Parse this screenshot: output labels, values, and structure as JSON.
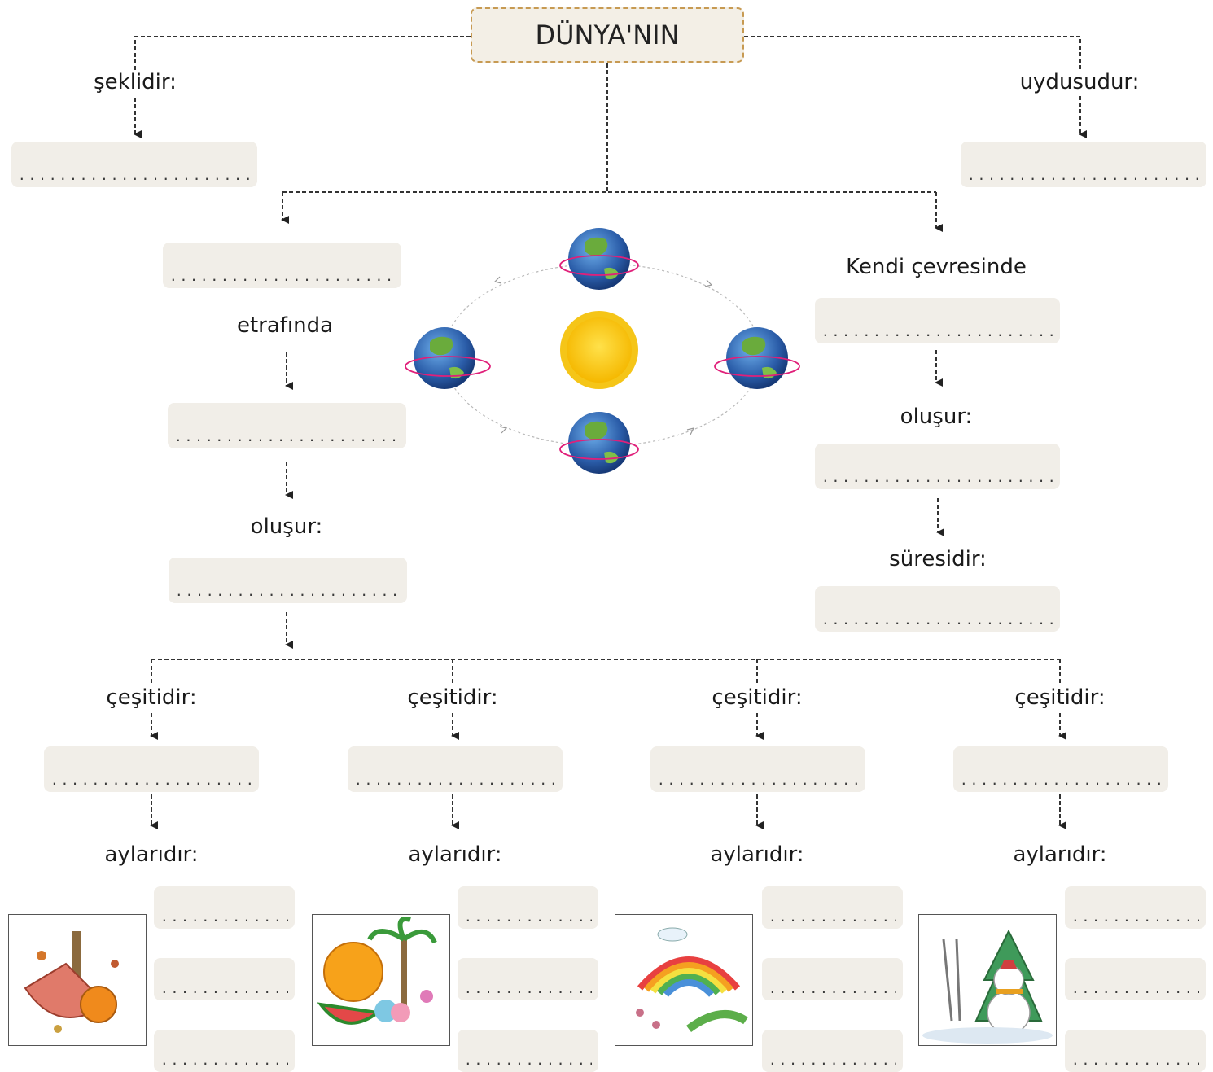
{
  "title": "DÜNYA'NIN",
  "labels": {
    "shape": "şeklidir:",
    "satellite": "uydusudur:",
    "around": "etrafında",
    "forms_left": "oluşur:",
    "self_axis": "Kendi çevresinde",
    "forms_right": "oluşur:",
    "duration": "süresidir:"
  },
  "answer_dots": "........................",
  "month_dots": "..............",
  "seasons": [
    {
      "type_label": "çeşitidir:",
      "months_label": "aylarıdır:",
      "picture_icon": "autumn-icon"
    },
    {
      "type_label": "çeşitidir:",
      "months_label": "aylarıdır:",
      "picture_icon": "summer-icon"
    },
    {
      "type_label": "çeşitidir:",
      "months_label": "aylarıdır:",
      "picture_icon": "spring-icon"
    },
    {
      "type_label": "çeşitidir:",
      "months_label": "aylarıdır:",
      "picture_icon": "winter-icon"
    }
  ],
  "colors": {
    "answer_box": "#f1eee8",
    "title_border": "#c79a52",
    "sun": "#f5c518",
    "earth": "#2a5ca8",
    "rotation_arrow": "#e0207a"
  }
}
